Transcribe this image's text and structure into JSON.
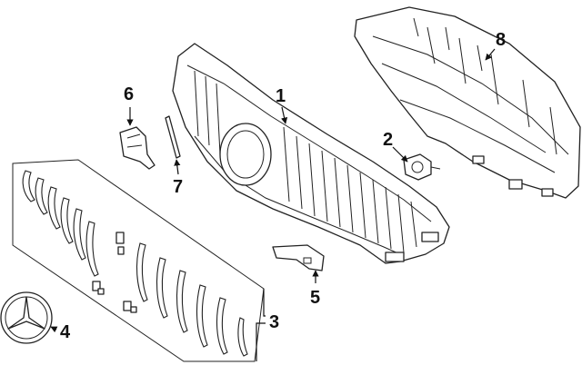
{
  "callouts": [
    {
      "id": "1",
      "label": "1"
    },
    {
      "id": "2",
      "label": "2"
    },
    {
      "id": "3",
      "label": "3"
    },
    {
      "id": "4",
      "label": "4"
    },
    {
      "id": "5",
      "label": "5"
    },
    {
      "id": "6",
      "label": "6"
    },
    {
      "id": "7",
      "label": "7"
    },
    {
      "id": "8",
      "label": "8"
    }
  ],
  "icons": {
    "star": "mercedes-star-emblem-icon"
  }
}
